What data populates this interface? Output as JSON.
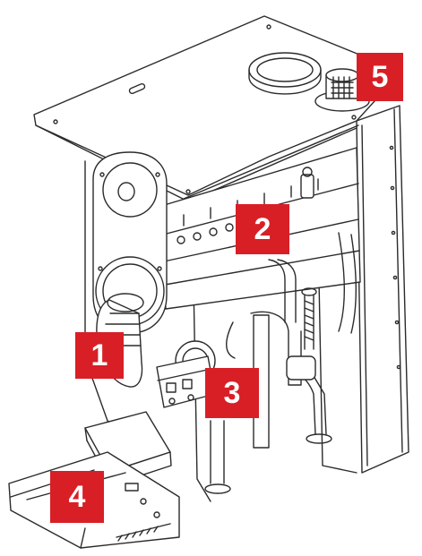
{
  "callouts": [
    {
      "label": "1",
      "color": "#d81f26"
    },
    {
      "label": "2",
      "color": "#d81f26"
    },
    {
      "label": "3",
      "color": "#d81f26"
    },
    {
      "label": "4",
      "color": "#d81f26"
    },
    {
      "label": "5",
      "color": "#d81f26"
    }
  ],
  "colors": {
    "line": "#2b2b2b",
    "background": "#ffffff"
  }
}
